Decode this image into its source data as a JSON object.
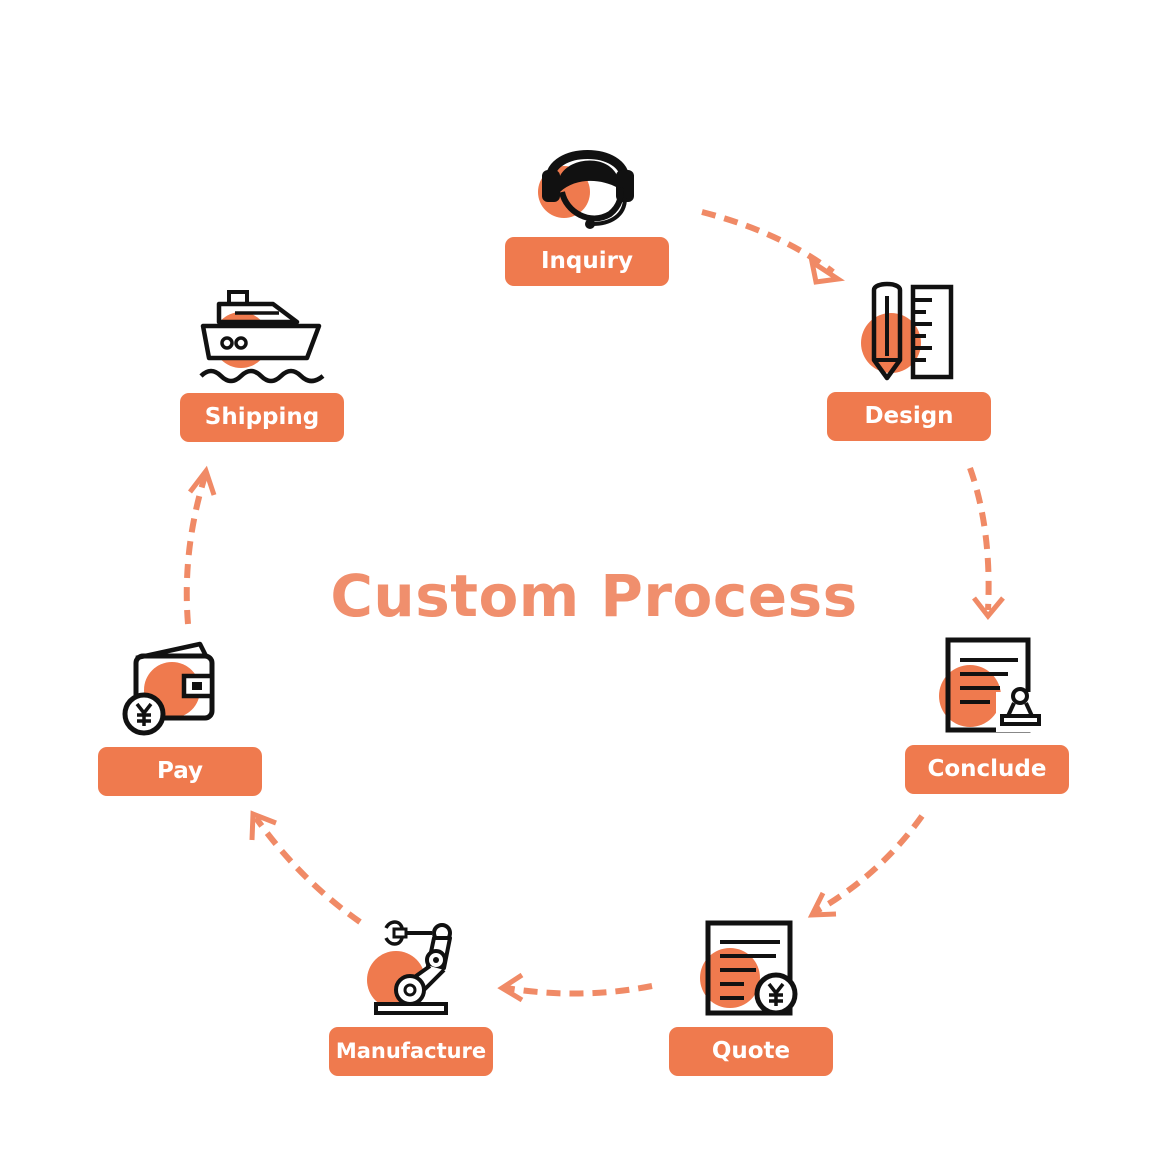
{
  "diagram": {
    "title": "Custom Process",
    "accent_color": "#ef7a4e",
    "icon_color": "#111111",
    "flow_direction": "clockwise",
    "steps": [
      {
        "label": "Inquiry",
        "icon": "headset-icon"
      },
      {
        "label": "Design",
        "icon": "pencil-ruler-icon"
      },
      {
        "label": "Conclude",
        "icon": "contract-stamp-icon"
      },
      {
        "label": "Quote",
        "icon": "invoice-yen-icon"
      },
      {
        "label": "Manufacture",
        "icon": "robot-arm-icon"
      },
      {
        "label": "Pay",
        "icon": "wallet-yen-icon"
      },
      {
        "label": "Shipping",
        "icon": "ship-icon"
      }
    ]
  }
}
